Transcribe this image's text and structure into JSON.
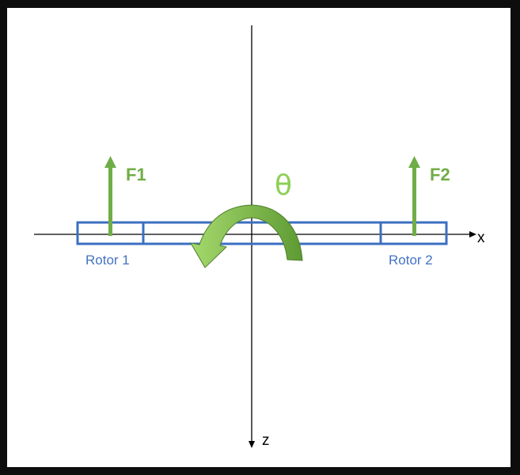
{
  "colors": {
    "background": "#0d0d0d",
    "canvas": "#ffffff",
    "rotor_blue": "#3b6fc1",
    "rotor_label_blue": "#4472c4",
    "force_green": "#70ad47",
    "theta_green": "#8ccf55",
    "arrow_fill_light": "#a5d96d",
    "arrow_fill_dark": "#5e9a33",
    "axis": "#000000"
  },
  "icons": {
    "rotation_arrow": "curved-rotation-arrow-icon",
    "force_arrow": "up-arrow-icon",
    "axis_arrow": "arrowhead-icon"
  },
  "diagram": {
    "forces": [
      {
        "id": "f1",
        "label": "F1"
      },
      {
        "id": "f2",
        "label": "F2"
      }
    ],
    "rotors": [
      {
        "id": "rotor-1",
        "label": "Rotor 1"
      },
      {
        "id": "rotor-2",
        "label": "Rotor 2"
      }
    ],
    "rotation_label": "θ",
    "axes": {
      "x_label": "x",
      "z_label": "z"
    }
  }
}
